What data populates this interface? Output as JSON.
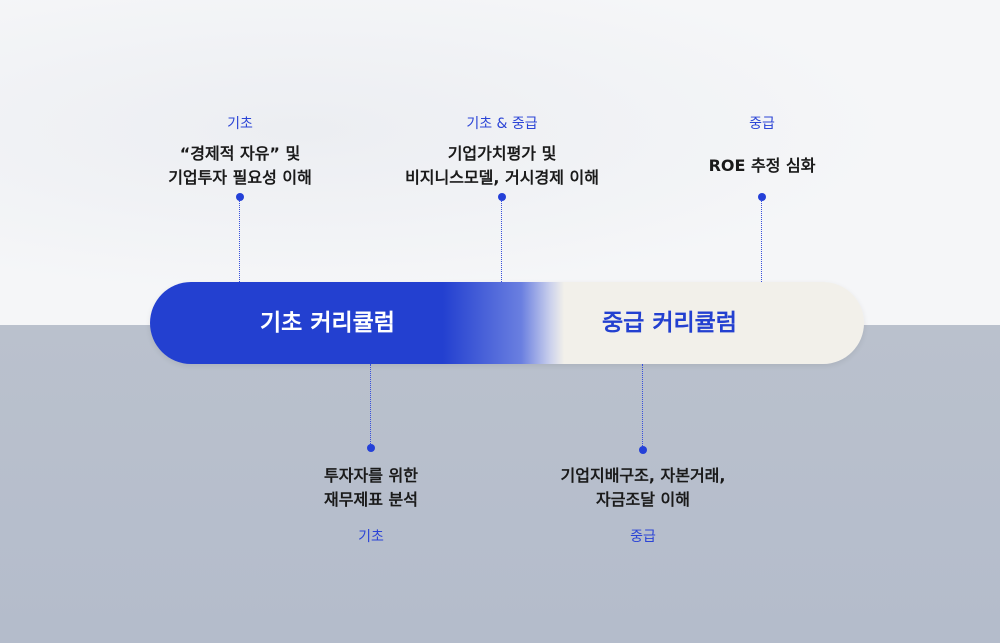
{
  "top_items": [
    {
      "level": "기초",
      "text_lines": [
        "“경제적 자유” 및",
        "기업투자 필요성 이해"
      ]
    },
    {
      "level": "기초 & 중급",
      "text_lines": [
        "기업가치평가 및",
        "비지니스모델, 거시경제 이해"
      ]
    },
    {
      "level": "중급",
      "text_lines": [
        "ROE 추정 심화"
      ]
    }
  ],
  "bar": {
    "basic_label": "기초 커리큘럼",
    "intermediate_label": "중급 커리큘럼"
  },
  "bottom_items": [
    {
      "level": "기초",
      "text_lines": [
        "투자자를 위한",
        "재무제표 분석"
      ]
    },
    {
      "level": "중급",
      "text_lines": [
        "기업지배구조, 자본거래,",
        "자금조달 이해"
      ]
    }
  ],
  "colors": {
    "accent": "#2340d0",
    "light": "#f2f0ea"
  }
}
